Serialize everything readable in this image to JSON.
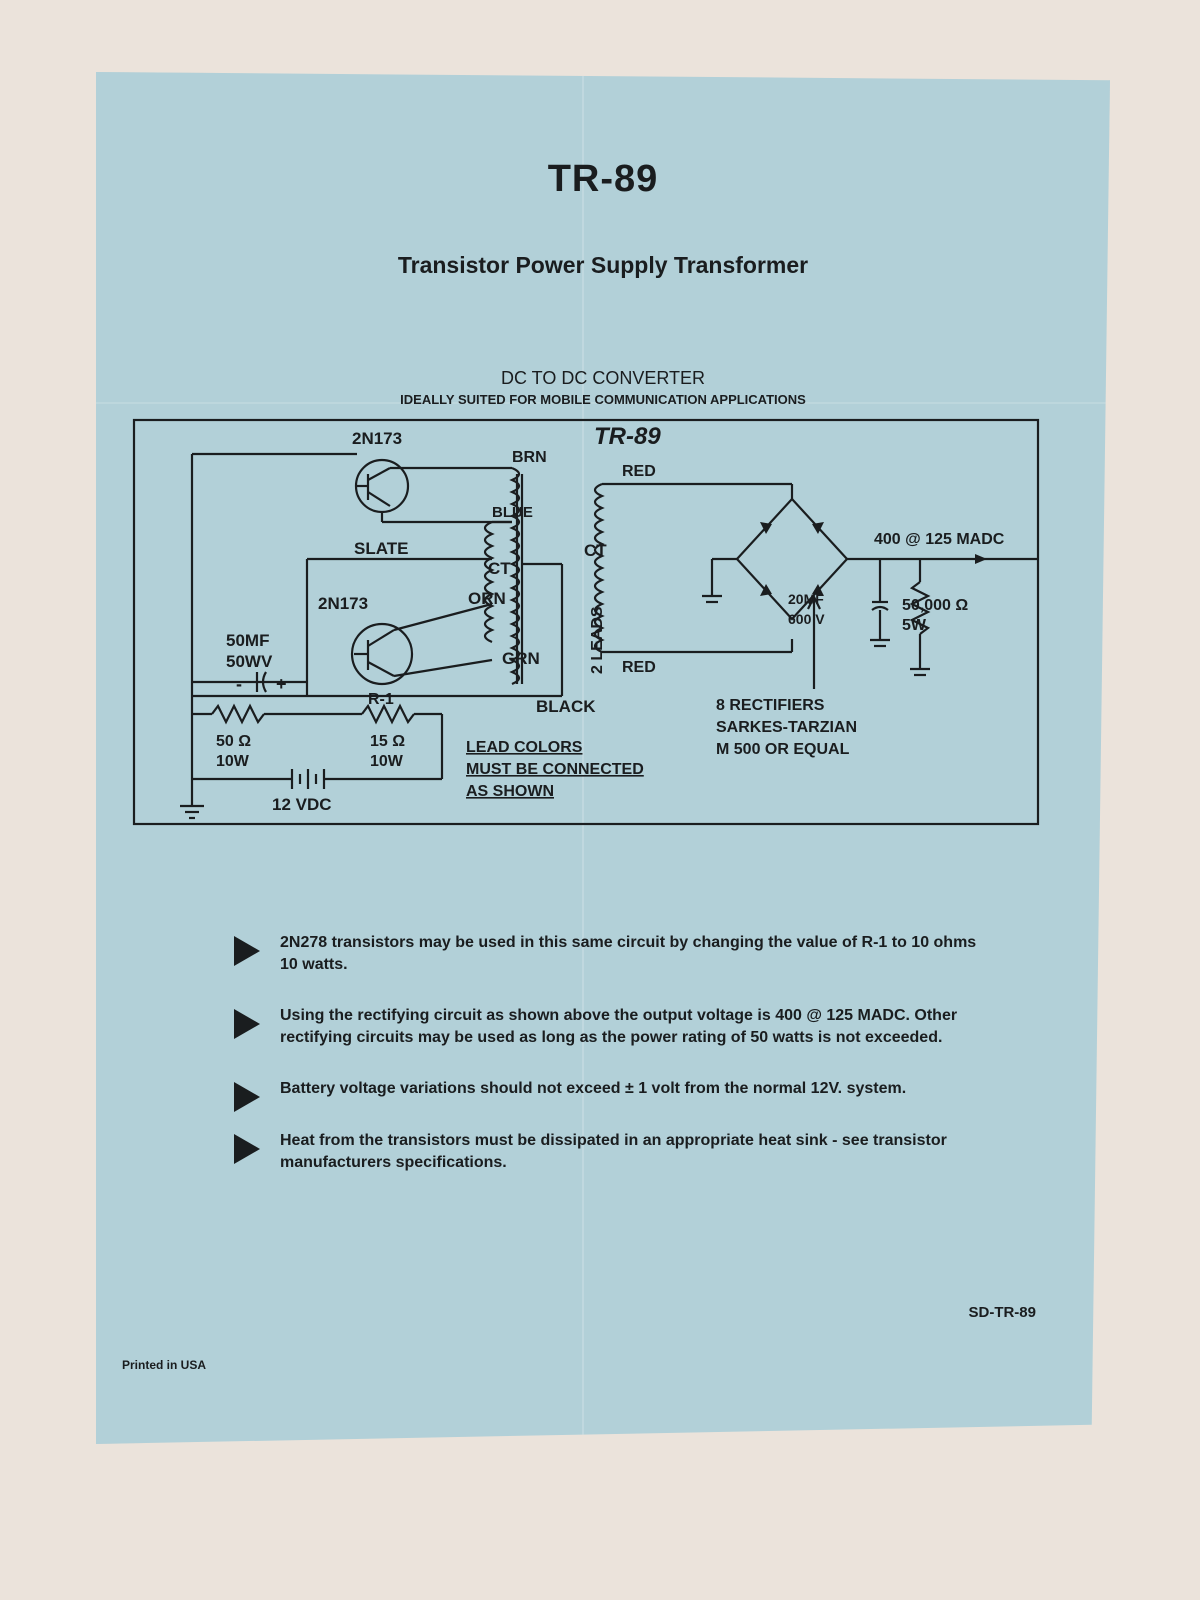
{
  "document": {
    "title": "TR-89",
    "subtitle": "Transistor Power Supply Transformer",
    "section_title": "DC TO DC CONVERTER",
    "section_subtitle": "IDEALLY SUITED FOR MOBILE COMMUNICATION APPLICATIONS",
    "doc_code": "SD-TR-89",
    "printed": "Printed in USA"
  },
  "diagram": {
    "label_tr89": "TR-89",
    "transistor_top": "2N173",
    "transistor_bottom": "2N173",
    "lead_brn": "BRN",
    "lead_blue": "BLUE",
    "lead_slate": "SLATE",
    "lead_ct_left": "CT",
    "lead_ct_right": "CT",
    "lead_orn": "ORN",
    "lead_grn": "GRN",
    "lead_black": "BLACK",
    "two_leads": "2 LEADS",
    "red_top": "RED",
    "red_bottom": "RED",
    "cap_value": "50MF",
    "cap_voltage": "50WV",
    "res1_label": "R-1",
    "res1_value": "15 Ω",
    "res1_watt": "10W",
    "res_left_value": "50 Ω",
    "res_left_watt": "10W",
    "battery": "12 VDC",
    "output": "400 @ 125 MADC",
    "filter_cap": "20MF",
    "filter_cap_voltage": "600 V",
    "load_value": "50,000 Ω",
    "load_watt": "5W",
    "rectifiers_line1": "8 RECTIFIERS",
    "rectifiers_line2": "SARKES-TARZIAN",
    "rectifiers_line3": "M 500 OR EQUAL",
    "lead_note_line1": "LEAD COLORS",
    "lead_note_line2": "MUST BE CONNECTED",
    "lead_note_line3": "AS SHOWN",
    "plus": "+",
    "minus": "-"
  },
  "notes": [
    "2N278 transistors may be used in this same circuit by changing the value of R-1 to 10 ohms 10 watts.",
    "Using the rectifying circuit as shown above the output voltage is 400 @ 125 MADC. Other rectifying circuits may be used as long as the power rating of 50 watts is not exceeded.",
    "Battery voltage variations should not exceed ± 1 volt from the normal 12V. system.",
    "Heat from the transistors must be dissipated in an appropriate heat sink - see transistor manufacturers specifications."
  ]
}
